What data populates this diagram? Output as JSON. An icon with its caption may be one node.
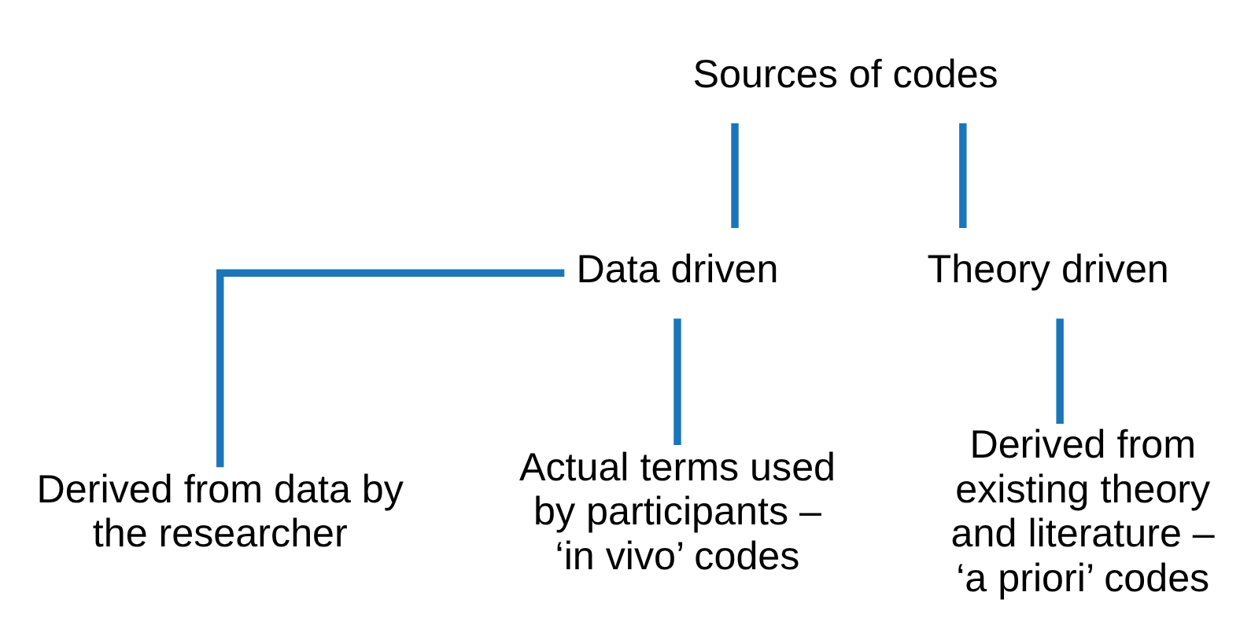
{
  "diagram": {
    "nodes": [
      {
        "text": [
          "Sources of codes"
        ]
      },
      {
        "text": [
          "Data driven"
        ]
      },
      {
        "text": [
          "Theory driven"
        ]
      },
      {
        "text": [
          "Derived from data by the researcher"
        ]
      },
      {
        "text": [
          "Actual terms used by participants – ‘in vivo’ codes"
        ]
      },
      {
        "text": [
          "Derived from existing theory and literature – ‘a priori’ codes"
        ]
      }
    ],
    "edges": [
      {
        "from": 0,
        "to": 1,
        "arrow": "none"
      },
      {
        "from": 0,
        "to": 2,
        "arrow": "none"
      },
      {
        "from": 1,
        "to": 3,
        "arrow": "none"
      },
      {
        "from": 1,
        "to": 4,
        "arrow": "none"
      },
      {
        "from": 2,
        "to": 5,
        "arrow": "none"
      }
    ]
  }
}
